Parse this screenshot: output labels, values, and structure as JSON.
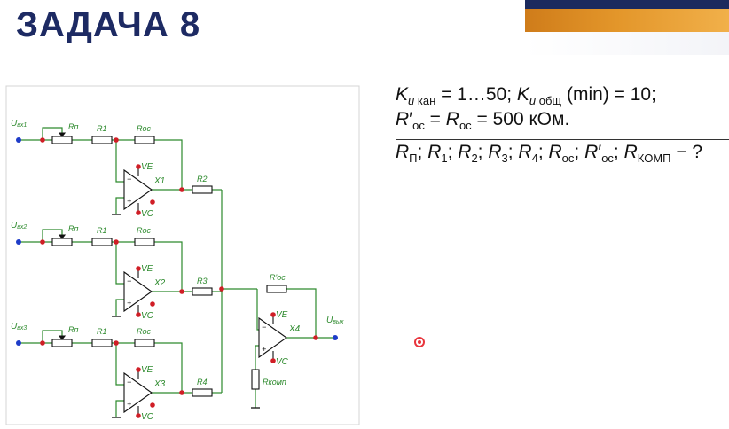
{
  "slide_title": "ЗАДАЧА 8",
  "conditions": {
    "line1": {
      "k": "K",
      "k_sub_u": "u",
      "k_sub_kan": " кан",
      "range": " = 1…50; ",
      "k2": "K",
      "k2_sub_u": "u",
      "k2_sub_obsh": " общ",
      "tail": " (min) = 10;"
    },
    "line2": {
      "r": "R",
      "prime": "′",
      "sub_os": "ос",
      "eq": " = ",
      "r2": "R",
      "sub_os2": "ос",
      "value": " = 500 кОм."
    },
    "line3": {
      "text": "R",
      "items": [
        "П",
        "1",
        "2",
        "3",
        "4",
        "ос"
      ],
      "prime_item": "ос",
      "last": "КОМП",
      "question": " − ?"
    }
  },
  "schematic": {
    "inputs": [
      "Uвх1",
      "Uвх2",
      "Uвх3"
    ],
    "input_subs": [
      "вх1",
      "вх2",
      "вх3"
    ],
    "channel_labels": {
      "rp": "Rп",
      "r1": "R1",
      "ros": "Roc"
    },
    "opamps": [
      "X1",
      "X2",
      "X3",
      "X4"
    ],
    "summing_resistors": [
      "R2",
      "R3",
      "R4"
    ],
    "feedback_out": "R'oc",
    "r_comp": "Rкомп",
    "supply_labels": {
      "ve": "VE",
      "vc": "VC"
    },
    "output": "Uвых",
    "output_sub": "вых"
  },
  "colors": {
    "title": "#1d2a63",
    "wire": "#2d8a2d",
    "label": "#2d8a2d",
    "node": "#d01e26",
    "terminal": "#1e3cc8",
    "component": "#111111"
  }
}
